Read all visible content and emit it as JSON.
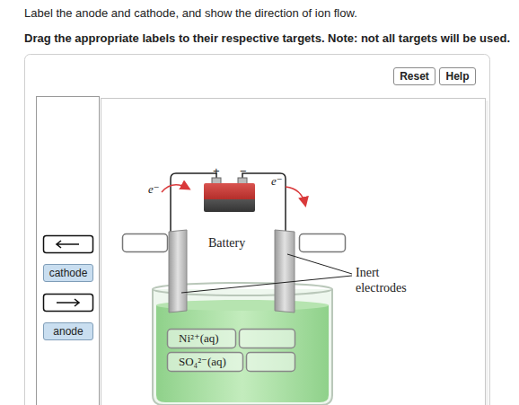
{
  "diagram": {
    "title": "Label the anode and cathode, and show the direction of ion flow.",
    "nodes": [
      {
        "text": [
          "Reset"
        ]
      },
      {
        "text": [
          "Help"
        ]
      },
      {
        "text": [
          "cathode"
        ]
      },
      {
        "text": [
          "anode"
        ]
      }
    ],
    "labels": [
      "Drag the appropriate labels to their respective targets. Note: not all targets will be used.",
      "+",
      "−",
      "e⁻",
      "e⁻",
      "Battery",
      "Inert electrodes",
      "Ni²⁺(aq)",
      "SO₄²⁻(aq)"
    ]
  }
}
